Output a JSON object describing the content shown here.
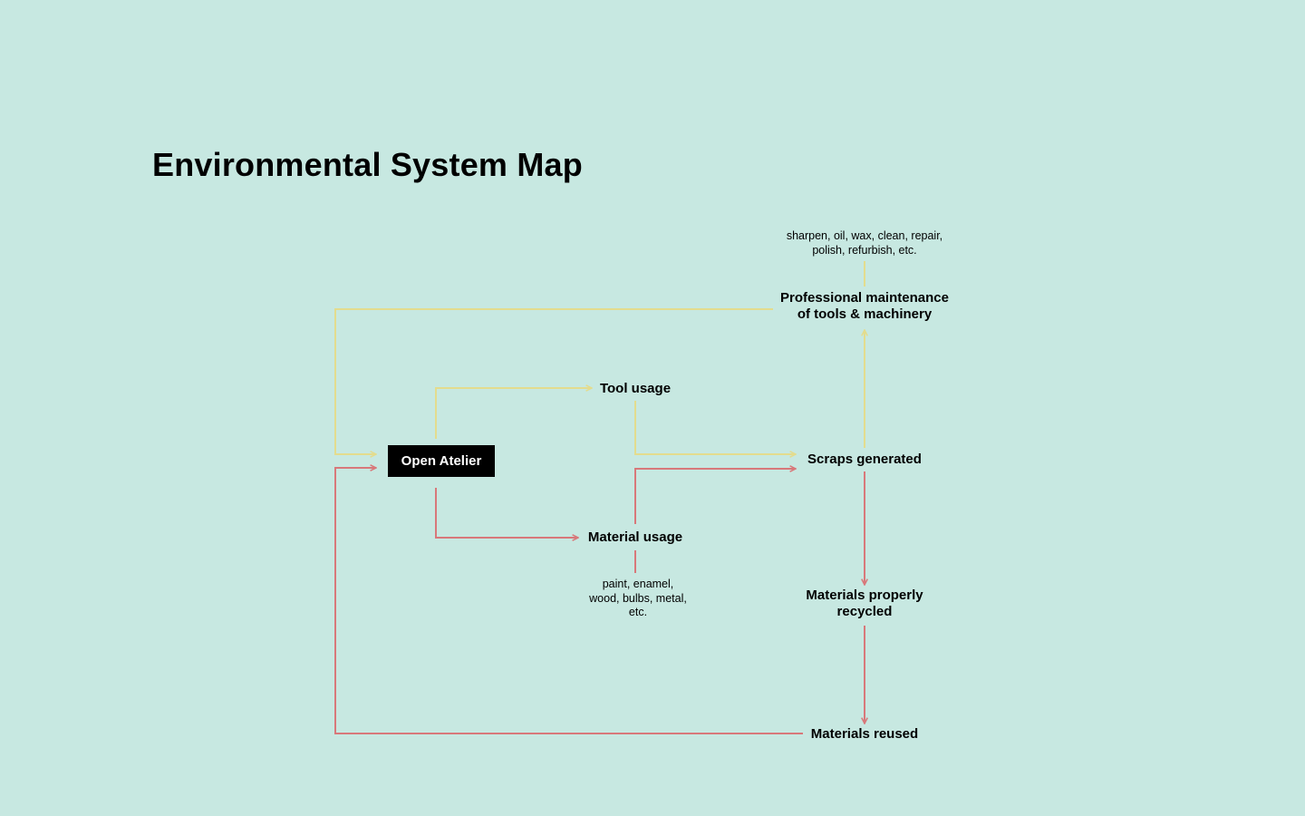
{
  "diagram": {
    "title": "Environmental System Map",
    "nodes": {
      "open_atelier": "Open Atelier",
      "tool_usage": "Tool usage",
      "material_usage": "Material usage",
      "scraps_generated": "Scraps generated",
      "professional_maintenance_line1": "Professional maintenance",
      "professional_maintenance_line2": "of tools & machinery",
      "materials_recycled_line1": "Materials properly",
      "materials_recycled_line2": "recycled",
      "materials_reused": "Materials reused"
    },
    "notes": {
      "maintenance_line1": "sharpen, oil, wax, clean, repair,",
      "maintenance_line2": "polish, refurbish, etc.",
      "materials_line1": "paint, enamel,",
      "materials_line2": "wood, bulbs, metal,",
      "materials_line3": "etc."
    },
    "colors": {
      "background": "#c7e8e1",
      "tool_flow": "#e3dc8e",
      "material_flow": "#d8787a",
      "node_fill": "#000000",
      "node_text": "#ffffff"
    }
  }
}
